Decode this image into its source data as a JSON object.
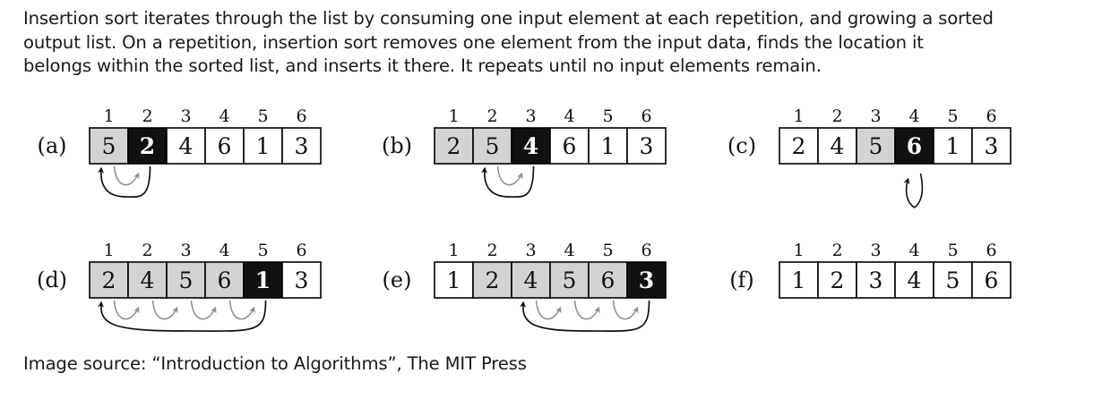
{
  "description": {
    "lines": [
      "Insertion sort iterates through the list by consuming one input element at each repetition, and growing a sorted",
      "output list. On a repetition, insertion sort removes one element from the input data, finds the location it",
      "belongs within the sorted list, and inserts it there. It repeats until no input elements remain."
    ]
  },
  "source": "Image source: “Introduction to Algorithms”, The MIT Press",
  "colors": {
    "key_fill": "#111111",
    "sorted_fill": "#d3d3d3",
    "unsorted_fill": "#ffffff",
    "border": "#000000",
    "arrow_back": "#111111",
    "arrow_shift": "#8c8c8c"
  },
  "panels": [
    {
      "label": "(a)",
      "indices": [
        "1",
        "2",
        "3",
        "4",
        "5",
        "6"
      ],
      "values": [
        "5",
        "2",
        "4",
        "6",
        "1",
        "3"
      ],
      "sorted": [
        1
      ],
      "key": 2,
      "insert_at": 1
    },
    {
      "label": "(b)",
      "indices": [
        "1",
        "2",
        "3",
        "4",
        "5",
        "6"
      ],
      "values": [
        "2",
        "5",
        "4",
        "6",
        "1",
        "3"
      ],
      "sorted": [
        1,
        2
      ],
      "key": 3,
      "insert_at": 2
    },
    {
      "label": "(c)",
      "indices": [
        "1",
        "2",
        "3",
        "4",
        "5",
        "6"
      ],
      "values": [
        "2",
        "4",
        "5",
        "6",
        "1",
        "3"
      ],
      "sorted": [
        3
      ],
      "key": 4,
      "insert_at": 4
    },
    {
      "label": "(d)",
      "indices": [
        "1",
        "2",
        "3",
        "4",
        "5",
        "6"
      ],
      "values": [
        "2",
        "4",
        "5",
        "6",
        "1",
        "3"
      ],
      "sorted": [
        1,
        2,
        3,
        4
      ],
      "key": 5,
      "insert_at": 1
    },
    {
      "label": "(e)",
      "indices": [
        "1",
        "2",
        "3",
        "4",
        "5",
        "6"
      ],
      "values": [
        "1",
        "2",
        "4",
        "5",
        "6",
        "3"
      ],
      "sorted": [
        2,
        3,
        4,
        5
      ],
      "key": 6,
      "insert_at": 3
    },
    {
      "label": "(f)",
      "indices": [
        "1",
        "2",
        "3",
        "4",
        "5",
        "6"
      ],
      "values": [
        "1",
        "2",
        "3",
        "4",
        "5",
        "6"
      ],
      "sorted": [],
      "key": null,
      "insert_at": null
    }
  ]
}
